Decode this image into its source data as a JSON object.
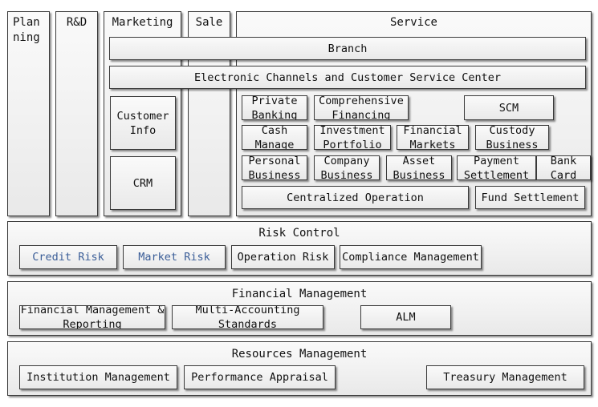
{
  "columns": {
    "planning": "Plan\nning",
    "rnd": "R&D",
    "marketing": "Marketing",
    "sale": "Sale",
    "service": "Service"
  },
  "marketing_items": {
    "customer_info": "Customer\nInfo",
    "crm": "CRM"
  },
  "service": {
    "branch": "Branch",
    "electronic_channels": "Electronic Channels and Customer Service Center",
    "row1": [
      "Private\nBanking",
      "Comprehensive\nFinancing",
      "SCM"
    ],
    "row2": [
      "Cash\nManage",
      "Investment\nPortfolio",
      "Financial\nMarkets",
      "Custody\nBusiness"
    ],
    "row3": [
      "Personal\nBusiness",
      "Company\nBusiness",
      "Asset\nBusiness",
      "Payment\nSettlement",
      "Bank\nCard"
    ],
    "centralized_operation": "Centralized Operation",
    "fund_settlement": "Fund Settlement"
  },
  "risk_control": {
    "title": "Risk Control",
    "items": [
      "Credit Risk",
      "Market Risk",
      "Operation Risk",
      "Compliance Management"
    ],
    "highlight_color": "#3b5e98"
  },
  "financial_management": {
    "title": "Financial Management",
    "items": [
      "Financial Management &\nReporting",
      "Multi-Accounting\nStandards",
      "ALM"
    ]
  },
  "resources_management": {
    "title": "Resources Management",
    "items": [
      "Institution Management",
      "Performance Appraisal",
      "Treasury Management"
    ]
  }
}
